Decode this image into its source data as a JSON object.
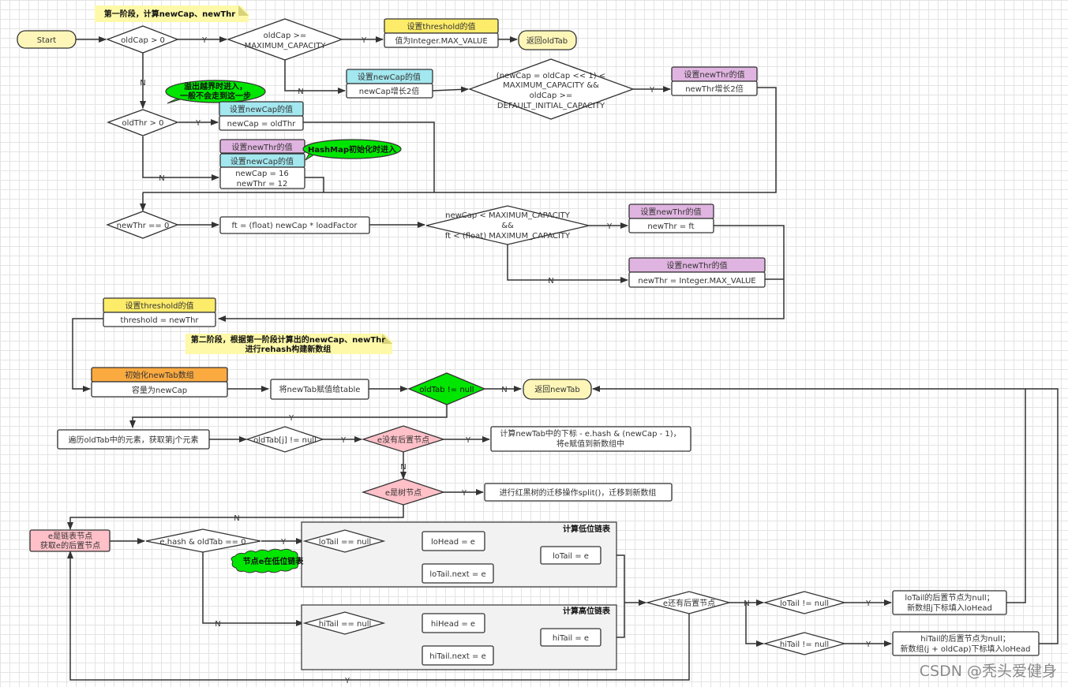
{
  "colors": {
    "terminal": "#fdf6b8",
    "yellow_head": "#fdec6a",
    "cyan_head": "#a3e7ef",
    "purple_head": "#e0b4e0",
    "orange_head": "#fbaa40",
    "green": "#00e600",
    "pink": "#ffc0c8",
    "note": "#fdf9a8",
    "group_bg": "#f2f2f2",
    "line": "#333333"
  },
  "notes": {
    "phase1": "第一阶段，计算newCap、newThr",
    "phase2_line1": "第二阶段，根据第一阶段计算出的newCap、newThr",
    "phase2_line2": "进行rehash构建新数组"
  },
  "nodes": {
    "start": "Start",
    "oldcap_gt0": "oldCap > 0",
    "oldcap_ge_max_1": "oldCap >=",
    "oldcap_ge_max_2": "MAXIMUM_CAPACITY",
    "set_threshold_head": "设置threshold的值",
    "set_threshold_body": "值为Integer.MAX_VALUE",
    "return_oldtab": "返回oldTab",
    "set_newcap_head_1": "设置newCap的值",
    "set_newcap_body_1": "newCap增长2倍",
    "cond_double_1": "(newCap = oldCap << 1) <",
    "cond_double_2": "MAXIMUM_CAPACITY &&",
    "cond_double_3": "oldCap >=",
    "cond_double_4": "DEFAULT_INITIAL_CAPACITY",
    "set_newthr_head_1": "设置newThr的值",
    "set_newthr_body_1": "newThr增长2倍",
    "bubble_overflow_1": "溢出越界时进入，",
    "bubble_overflow_2": "一般不会走到这一步",
    "oldthr_gt0": "oldThr > 0",
    "set_newcap_head_2": "设置newCap的值",
    "set_newcap_body_2": "newCap = oldThr",
    "set_newthr_head_2": "设置newThr的值",
    "set_newcap_head_3": "设置newCap的值",
    "init_body_1": "newCap = 16",
    "init_body_2": "newThr = 12",
    "bubble_init": "HashMap初始化时进入",
    "newthr_eq0": "newThr == 0",
    "ft_calc": "ft = (float) newCap * loadFactor",
    "cond_ft_1": "newCap < MAXIMUM_CAPACITY",
    "cond_ft_2": "&&",
    "cond_ft_3": "ft < (float) MAXIMUM_CAPACITY",
    "set_newthr_head_3": "设置newThr的值",
    "set_newthr_body_3": "newThr = ft",
    "set_newthr_head_4": "设置newThr的值",
    "set_newthr_body_4": "newThr = Integer.MAX_VALUE",
    "set_threshold2_head": "设置threshold的值",
    "set_threshold2_body": "threshold = newThr",
    "init_newtab_head": "初始化newTab数组",
    "init_newtab_body": "容量为newCap",
    "assign_table": "将newTab赋值给table",
    "oldtab_notnull": "oldTab != null",
    "return_newtab": "返回newTab",
    "iterate_oldtab": "遍历oldTab中的元素，获取第j个元素",
    "oldtab_j_notnull": "oldTab[j] != null",
    "e_no_next": "e没有后置节点",
    "calc_index_1": "计算newTab中的下标 - e.hash & (newCap - 1)，",
    "calc_index_2": "将e赋值到新数组中",
    "e_is_tree": "e是树节点",
    "tree_split": "进行红黑树的迁移操作split()，迁移到新数组",
    "linked_node_1": "e是链表节点",
    "linked_node_2": "获取e的后置节点",
    "hash_and_oldcap": "e.hash & oldTab == 0",
    "bubble_low": "节点e在低位链表",
    "group_low_title": "计算低位链表",
    "lotail_null": "loTail == null",
    "lohead_e": "loHead = e",
    "lotail_next_e": "loTail.next = e",
    "lotail_e": "loTail = e",
    "group_high_title": "计算高位链表",
    "hitail_null": "hiTail == null",
    "hihead_e": "hiHead = e",
    "hitail_next_e": "hiTail.next = e",
    "hitail_e": "hiTail = e",
    "e_has_next": "e还有后置节点",
    "lotail_notnull": "loTail != null",
    "hitail_notnull": "hiTail != null",
    "lo_result_1": "loTail的后置节点为null；",
    "lo_result_2": "新数组j下标填入loHead",
    "hi_result_1": "hiTail的后置节点为null；",
    "hi_result_2": "新数组(j + oldCap)下标填入loHead"
  },
  "edge_labels": {
    "yes": "Y",
    "no": "N"
  },
  "watermark": "CSDN @秃头爱健身"
}
